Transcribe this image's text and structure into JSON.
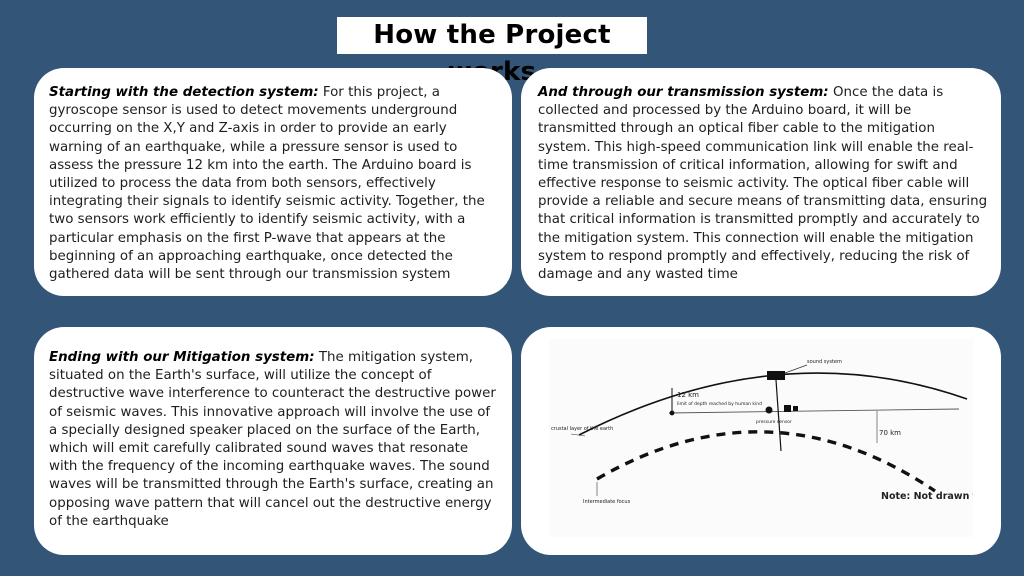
{
  "title": "How the Project works",
  "detection": {
    "lead": "Starting with the detection system:",
    "body": "For this project, a gyroscope sensor is used to detect movements underground occurring on the X,Y and Z-axis in order to provide an early warning of an earthquake, while a pressure sensor is used to assess the pressure 12 km into the earth. The Arduino board is utilized to process the data from both sensors, effectively integrating their signals to identify seismic activity. Together, the two sensors work efficiently to identify seismic activity, with a particular emphasis on the first P-wave that appears at the beginning of an approaching earthquake, once detected the gathered data will be sent through our transmission system"
  },
  "transmission": {
    "lead": "And through our transmission system:",
    "body": "Once the data is collected and processed by the Arduino board, it will be transmitted through an optical fiber cable to the mitigation system. This high-speed communication link will enable the real-time transmission of critical information, allowing for swift and effective response to seismic activity. The optical fiber cable will provide a reliable and secure means of transmitting data, ensuring that critical information is transmitted promptly and accurately to the mitigation system. This connection will enable the mitigation system to respond promptly and effectively, reducing the risk of damage and any wasted time"
  },
  "mitigation": {
    "lead": "Ending with our Mitigation system:",
    "body": "The mitigation system, situated on the Earth's surface, will utilize the concept of destructive wave interference to counteract the destructive power of seismic waves. This innovative approach will involve the use of a specially designed speaker placed on the surface of the Earth, which will emit carefully calibrated sound waves that resonate with the frequency of the incoming earthquake waves. The sound waves will be transmitted through the Earth's surface, creating an opposing wave pattern that will cancel out the destructive energy of the earthquake"
  },
  "diagram": {
    "label_depth": "12 km",
    "label_depth_note": "limit of depth reached by human kind",
    "label_crust": "crustal layer of the earth",
    "label_70km": "70 km",
    "label_hypocenter": "Intermediate focus",
    "label_speaker": "sound system",
    "label_sensor": "pressure sensor",
    "label_note": "Note: Not drawn to scale"
  }
}
